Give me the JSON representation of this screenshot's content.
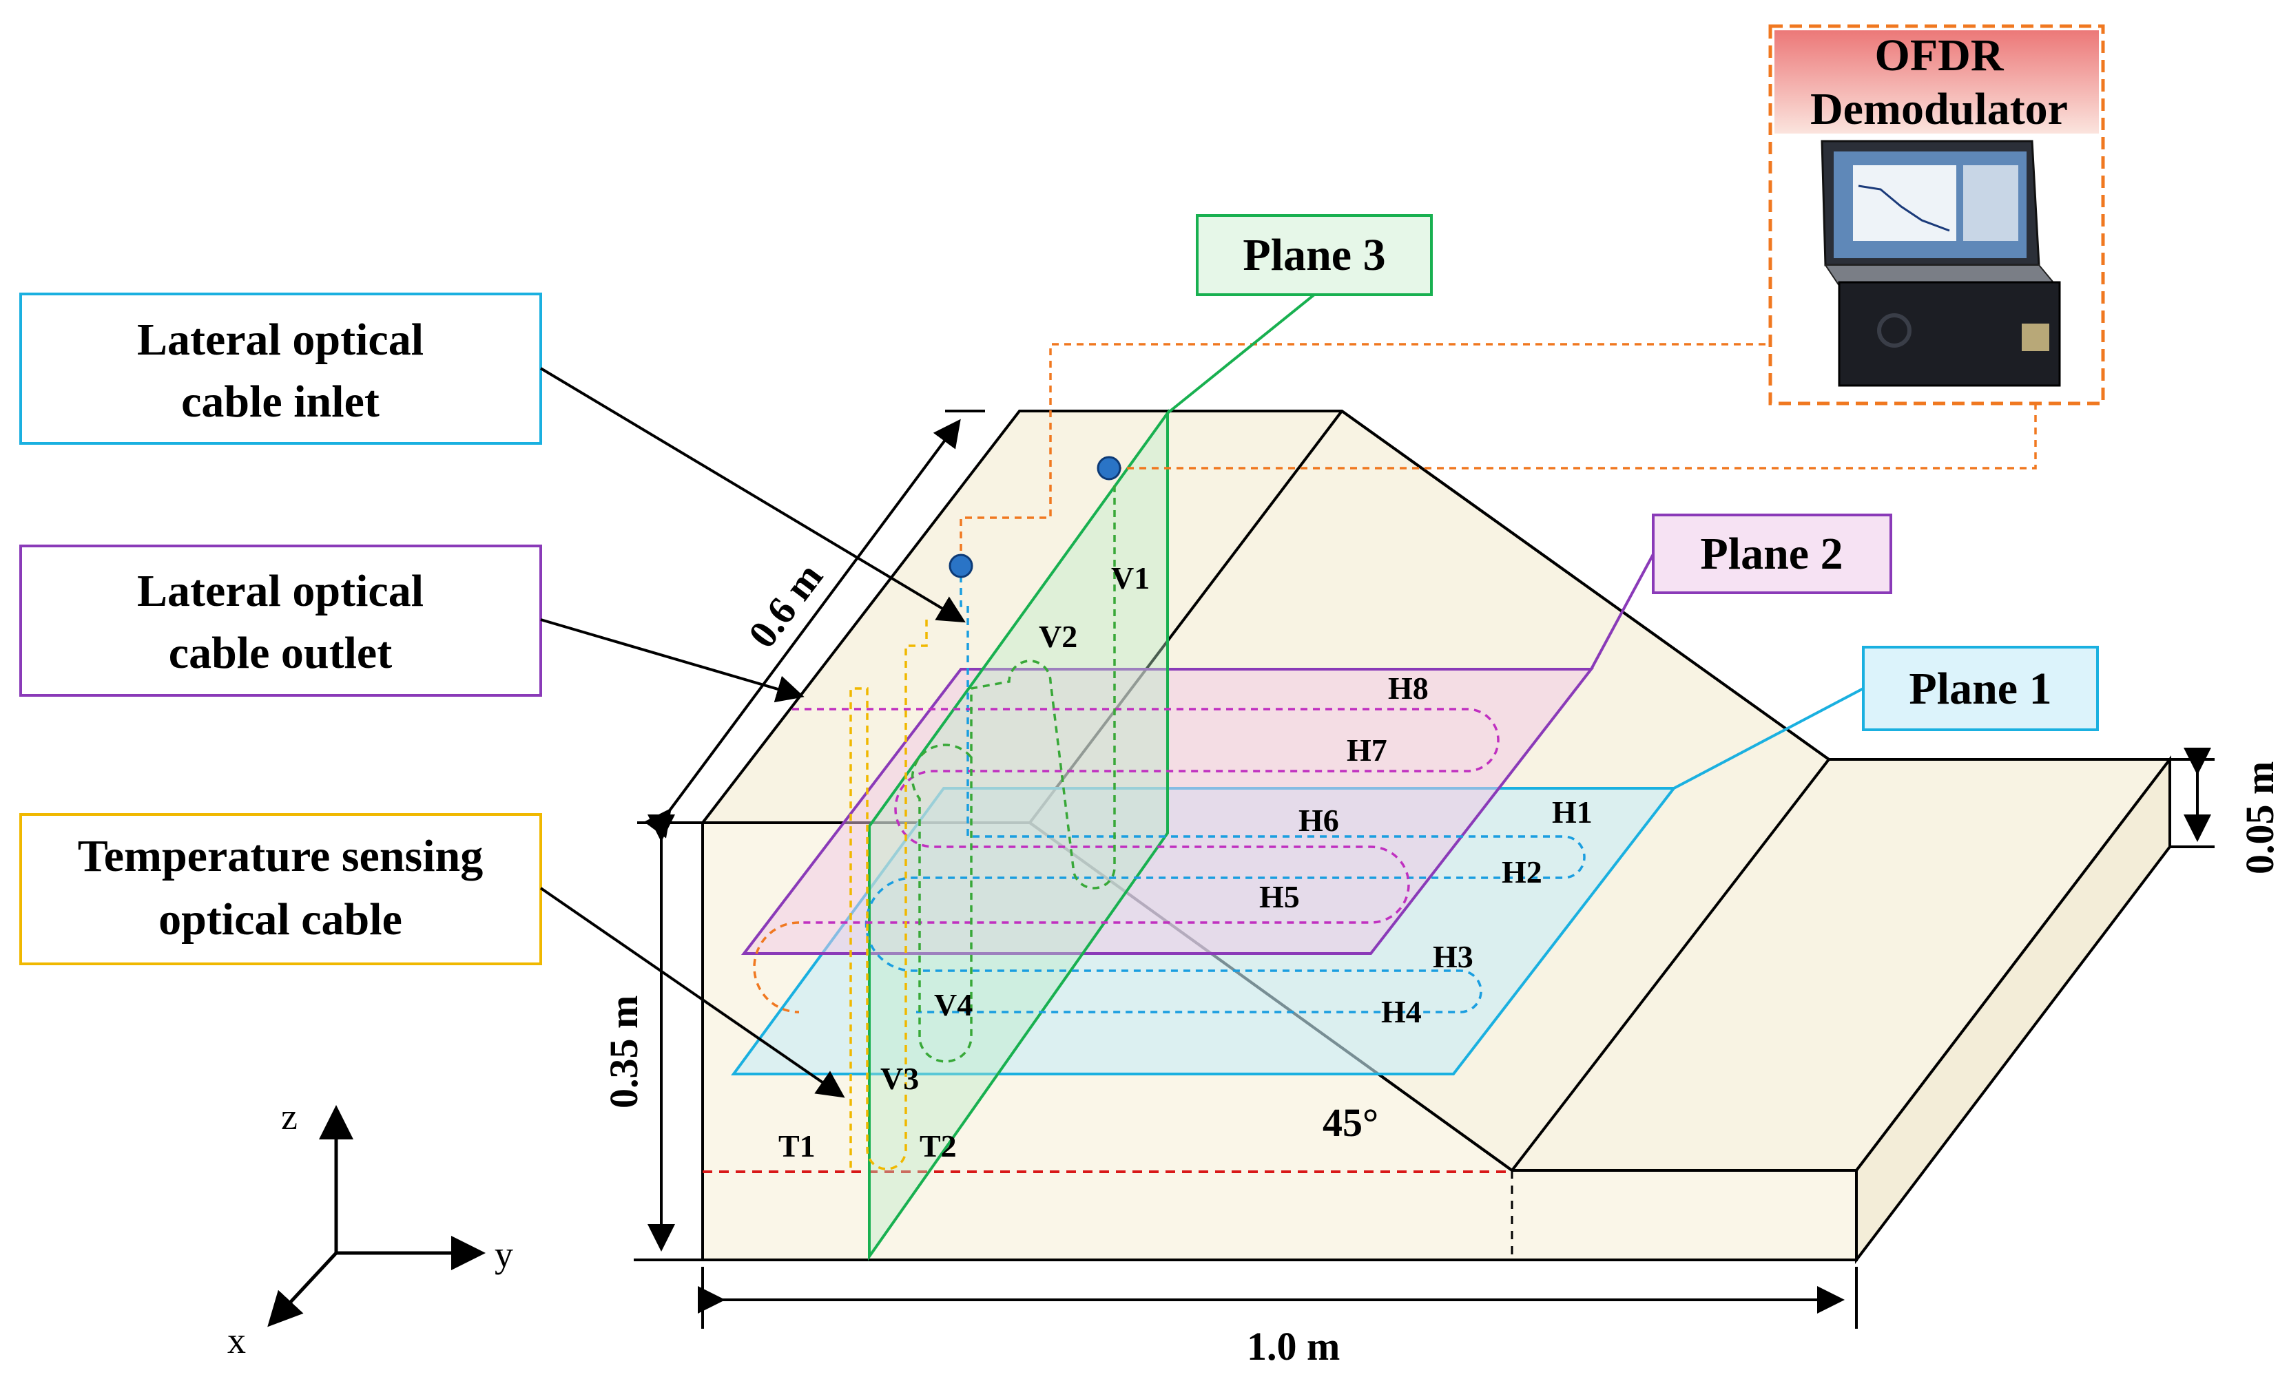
{
  "callouts": {
    "inlet": [
      "Lateral optical",
      "cable inlet"
    ],
    "outlet": [
      "Lateral optical",
      "cable outlet"
    ],
    "temp": [
      "Temperature sensing",
      "optical cable"
    ]
  },
  "planes": {
    "plane1": "Plane 1",
    "plane2": "Plane 2",
    "plane3": "Plane 3"
  },
  "ofdr": [
    "OFDR",
    "Demodulator"
  ],
  "dimensions": {
    "depth": "0.6 m",
    "height": "0.35 m",
    "width": "1.0 m",
    "toe": "0.05 m",
    "angle": "45°"
  },
  "axes": {
    "x": "x",
    "y": "y",
    "z": "z"
  },
  "sensor_labels": {
    "H1": "H1",
    "H2": "H2",
    "H3": "H3",
    "H4": "H4",
    "H5": "H5",
    "H6": "H6",
    "H7": "H7",
    "H8": "H8",
    "V1": "V1",
    "V2": "V2",
    "V3": "V3",
    "V4": "V4",
    "T1": "T1",
    "T2": "T2"
  },
  "colors": {
    "soil": "#faf6e8",
    "plane1": "#1ab0e0",
    "plane2": "#8a3ab8",
    "plane3": "#18b050",
    "fiber_orange": "#f07820",
    "fiber_blue": "#1a9ee0",
    "fiber_magenta": "#c030c0",
    "fiber_green": "#38a838",
    "fiber_yellow": "#f0b800",
    "red_line": "#d81818"
  }
}
